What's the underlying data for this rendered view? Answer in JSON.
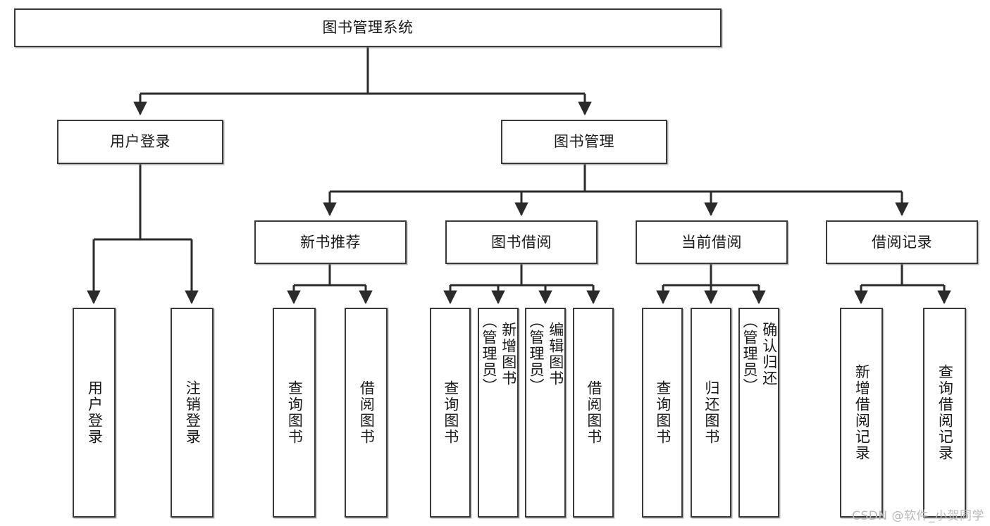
{
  "diagram": {
    "type": "tree",
    "title": "图书管理系统",
    "root": {
      "id": "root",
      "label": "图书管理系统"
    },
    "level2": [
      {
        "id": "user-login",
        "label": "用户登录"
      },
      {
        "id": "book-management",
        "label": "图书管理"
      }
    ],
    "level3": [
      {
        "id": "new-book-recommend",
        "label": "新书推荐",
        "parent": "book-management"
      },
      {
        "id": "book-borrow",
        "label": "图书借阅",
        "parent": "book-management"
      },
      {
        "id": "current-borrow",
        "label": "当前借阅",
        "parent": "book-management"
      },
      {
        "id": "borrow-record",
        "label": "借阅记录",
        "parent": "book-management"
      }
    ],
    "leaves": {
      "user_login": [
        {
          "id": "leaf-user-login",
          "label": "用户登录"
        },
        {
          "id": "leaf-logout",
          "label": "注销登录"
        }
      ],
      "new_book_recommend": [
        {
          "id": "leaf-query-book-1",
          "label": "查询图书"
        },
        {
          "id": "leaf-borrow-book-1",
          "label": "借阅图书"
        }
      ],
      "book_borrow": [
        {
          "id": "leaf-query-book-2",
          "label": "查询图书"
        },
        {
          "id": "leaf-add-book",
          "label": "新增图书\n（管理员）"
        },
        {
          "id": "leaf-edit-book",
          "label": "编辑图书\n（管理员）"
        },
        {
          "id": "leaf-borrow-book-2",
          "label": "借阅图书"
        }
      ],
      "current_borrow": [
        {
          "id": "leaf-query-book-3",
          "label": "查询图书"
        },
        {
          "id": "leaf-return-book",
          "label": "归还图书"
        },
        {
          "id": "leaf-confirm-return",
          "label": "确认归还\n（管理员）"
        }
      ],
      "borrow_record": [
        {
          "id": "leaf-add-record",
          "label": "新增借阅记录"
        },
        {
          "id": "leaf-query-record",
          "label": "查询借阅记录"
        }
      ]
    }
  },
  "watermark": {
    "text": "CSDN @软件_小贺同学"
  },
  "colors": {
    "border": "#3a3a3a",
    "background": "#ffffff",
    "text": "#1a1a1a",
    "connector": "#2b2b2b",
    "watermark": "#b9b9b9"
  }
}
